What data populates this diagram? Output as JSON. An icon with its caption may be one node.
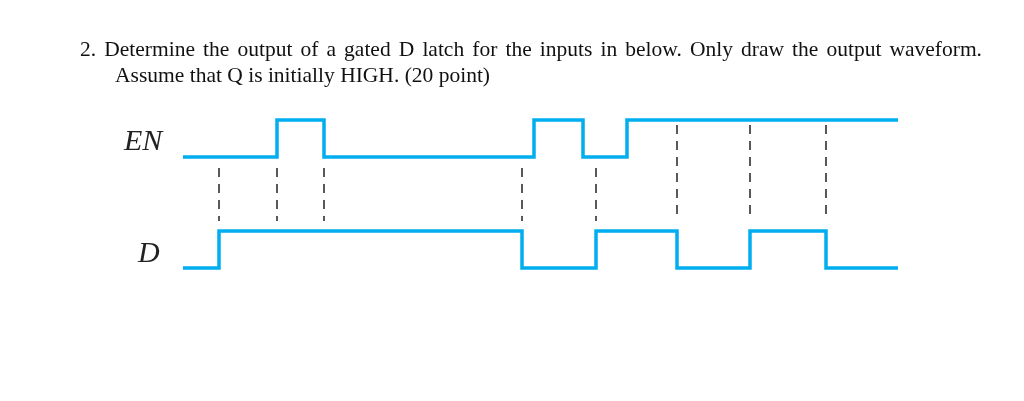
{
  "diagram": {
    "title": "2. Determine the output of a gated D latch for the inputs in below. Only draw the output waveform. Assume that Q is initially HIGH. (20 point)",
    "labels": [
      "EN",
      "D"
    ]
  }
}
